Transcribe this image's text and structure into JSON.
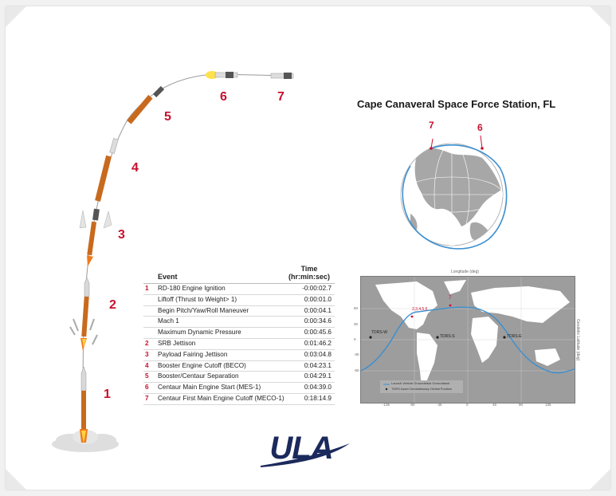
{
  "site": {
    "title": "Cape Canaveral Space Force Station, FL"
  },
  "stage_markers": [
    "1",
    "2",
    "3",
    "4",
    "5",
    "6",
    "7"
  ],
  "globe_markers": [
    "7",
    "6"
  ],
  "table": {
    "event_header": "Event",
    "time_header_1": "Time",
    "time_header_2": "(hr:min:sec)",
    "rows": [
      {
        "num": "1",
        "event": "RD-180 Engine Ignition",
        "time": "-0:00:02.7"
      },
      {
        "num": "",
        "event": "Liftoff (Thrust to Weight> 1)",
        "time": "0:00:01.0"
      },
      {
        "num": "",
        "event": "Begin Pitch/Yaw/Roll Maneuver",
        "time": "0:00:04.1"
      },
      {
        "num": "",
        "event": "Mach 1",
        "time": "0:00:34.6"
      },
      {
        "num": "",
        "event": "Maximum Dynamic Pressure",
        "time": "0:00:45.6"
      },
      {
        "num": "2",
        "event": "SRB Jettison",
        "time": "0:01:46.2"
      },
      {
        "num": "3",
        "event": "Payload Fairing Jettison",
        "time": "0:03:04.8"
      },
      {
        "num": "4",
        "event": "Booster Engine Cutoff (BECO)",
        "time": "0:04:23.1"
      },
      {
        "num": "5",
        "event": "Booster/Centaur Separation",
        "time": "0:04:29.1"
      },
      {
        "num": "6",
        "event": "Centaur Main Engine Start (MES-1)",
        "time": "0:04:39.0"
      },
      {
        "num": "7",
        "event": "Centaur First Main Engine Cutoff (MECO-1)",
        "time": "0:18:14.9"
      }
    ]
  },
  "map": {
    "top_axis": "Longitude (deg)",
    "right_axis": "Geodetic Latitude (deg)",
    "legend_1": "Launch Vehicle Groundtrack Groundtrack",
    "legend_2": "TDRS Asset Geostationary Orbital Position",
    "tdrs_labels": [
      "TDRS-W",
      "TDRS-S",
      "TDRS-E"
    ],
    "event_labels": [
      "2,3,4,5,6",
      "7"
    ],
    "x_ticks": [
      "-135",
      "-90",
      "-45",
      "0",
      "45",
      "90",
      "135"
    ],
    "y_ticks": [
      "60",
      "30",
      "0",
      "-30",
      "-60"
    ]
  },
  "logo": {
    "text": "ULA"
  },
  "colors": {
    "accent": "#c8102e",
    "brand": "#1b2a5c",
    "track": "#3a8fd0"
  }
}
